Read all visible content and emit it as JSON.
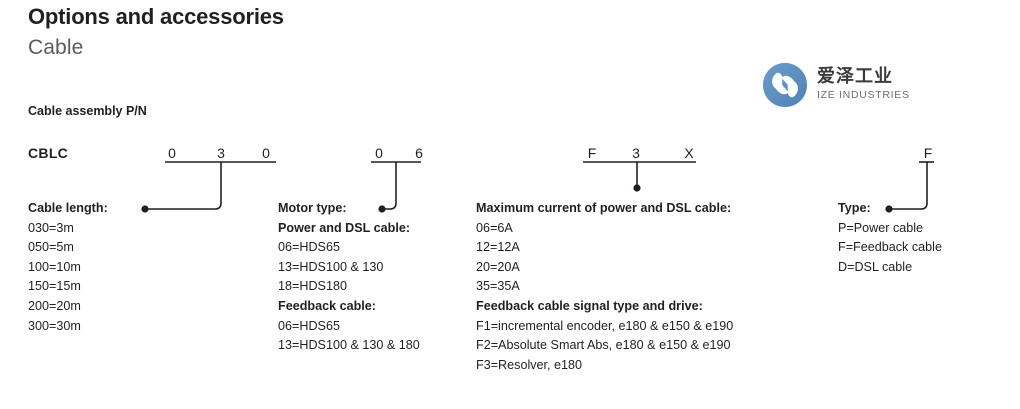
{
  "header": {
    "title": "Options and accessories",
    "subtitle": "Cable",
    "section_title": "Cable assembly P/N"
  },
  "logo": {
    "icon": "ize-circle-logo",
    "cn_name": "爱泽工业",
    "en_name": "IZE INDUSTRIES",
    "brand_color": "#5b8fc0"
  },
  "code": {
    "root": "CBLC",
    "groups": [
      {
        "name": "cable-length",
        "chars": [
          "0",
          "3",
          "0"
        ]
      },
      {
        "name": "motor-type",
        "chars": [
          "0",
          "6"
        ]
      },
      {
        "name": "max-current",
        "chars": [
          "F",
          "3",
          "X"
        ]
      },
      {
        "name": "type",
        "chars": [
          "F"
        ]
      }
    ]
  },
  "columns": [
    {
      "name": "cable-length",
      "lines": [
        {
          "text": "Cable length:",
          "bold": true
        },
        {
          "text": "030=3m",
          "bold": false
        },
        {
          "text": "050=5m",
          "bold": false
        },
        {
          "text": "100=10m",
          "bold": false
        },
        {
          "text": "150=15m",
          "bold": false
        },
        {
          "text": "200=20m",
          "bold": false
        },
        {
          "text": "300=30m",
          "bold": false
        }
      ]
    },
    {
      "name": "motor-type",
      "lines": [
        {
          "text": "Motor type:",
          "bold": true
        },
        {
          "text": "Power and DSL cable:",
          "bold": true
        },
        {
          "text": "06=HDS65",
          "bold": false
        },
        {
          "text": "13=HDS100 & 130",
          "bold": false
        },
        {
          "text": "18=HDS180",
          "bold": false
        },
        {
          "text": "Feedback cable:",
          "bold": true
        },
        {
          "text": "06=HDS65",
          "bold": false
        },
        {
          "text": "13=HDS100 & 130 & 180",
          "bold": false
        }
      ]
    },
    {
      "name": "max-current",
      "lines": [
        {
          "text": "Maximum current of power and DSL cable:",
          "bold": true
        },
        {
          "text": "06=6A",
          "bold": false
        },
        {
          "text": "12=12A",
          "bold": false
        },
        {
          "text": "20=20A",
          "bold": false
        },
        {
          "text": "35=35A",
          "bold": false
        },
        {
          "text": "Feedback cable signal type and drive:",
          "bold": true
        },
        {
          "text": "F1=incremental encoder, e180 & e150 & e190",
          "bold": false
        },
        {
          "text": "F2=Absolute Smart Abs, e180 & e150 & e190",
          "bold": false
        },
        {
          "text": "F3=Resolver, e180",
          "bold": false
        }
      ]
    },
    {
      "name": "type",
      "lines": [
        {
          "text": "Type:",
          "bold": true
        },
        {
          "text": "P=Power cable",
          "bold": false
        },
        {
          "text": "F=Feedback cable",
          "bold": false
        },
        {
          "text": "D=DSL cable",
          "bold": false
        }
      ]
    }
  ]
}
